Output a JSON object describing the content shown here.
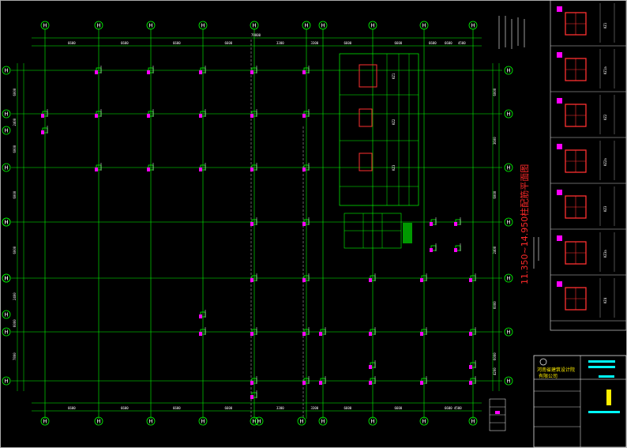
{
  "drawing": {
    "section_title": "11.350~14.950柱配筋平面图",
    "top_axis_labels": [
      "H",
      "H",
      "H",
      "H",
      "H",
      "H",
      "H",
      "H",
      "H",
      "H"
    ],
    "bottom_axis_labels": [
      "H",
      "H",
      "H",
      "H",
      "H",
      "H",
      "H",
      "H",
      "H",
      "H",
      "H",
      "H",
      "H"
    ],
    "left_axis_labels": [
      "H",
      "H",
      "H",
      "H",
      "H",
      "H",
      "H",
      "H",
      "H"
    ],
    "top_dims": [
      "6600",
      "6600",
      "6600",
      "6600",
      "3300",
      "3300",
      "6600",
      "6600",
      "6600",
      "6600",
      "4500",
      "4500"
    ],
    "bottom_dims": [
      "6600",
      "6600",
      "6600",
      "6600",
      "3300",
      "3300",
      "6600",
      "6600",
      "6600",
      "4500"
    ],
    "left_dims": [
      "6000",
      "2400",
      "6000",
      "6000",
      "6000",
      "2400",
      "6000",
      "7800"
    ],
    "right_dims": [
      "6000",
      "3600",
      "6000",
      "2400",
      "6000",
      "6000",
      "4200",
      "2700"
    ],
    "top_overall_dim": "79800",
    "column_tags": [
      "KZ1",
      "KZ2",
      "KZ3"
    ],
    "right_panel_tags": [
      "KZ1",
      "KZ1a",
      "KZ2",
      "KZ2a",
      "KZ3",
      "KZ3a",
      "KZ4"
    ],
    "title_block": {
      "org": "河南省建筑设计院",
      "org_sub": "有限公司"
    }
  },
  "colors": {
    "grid": "#00ff00",
    "column": "#ff00ff",
    "text": "#ffffff",
    "accent": "#00ffff",
    "title": "#ff2a2a"
  }
}
